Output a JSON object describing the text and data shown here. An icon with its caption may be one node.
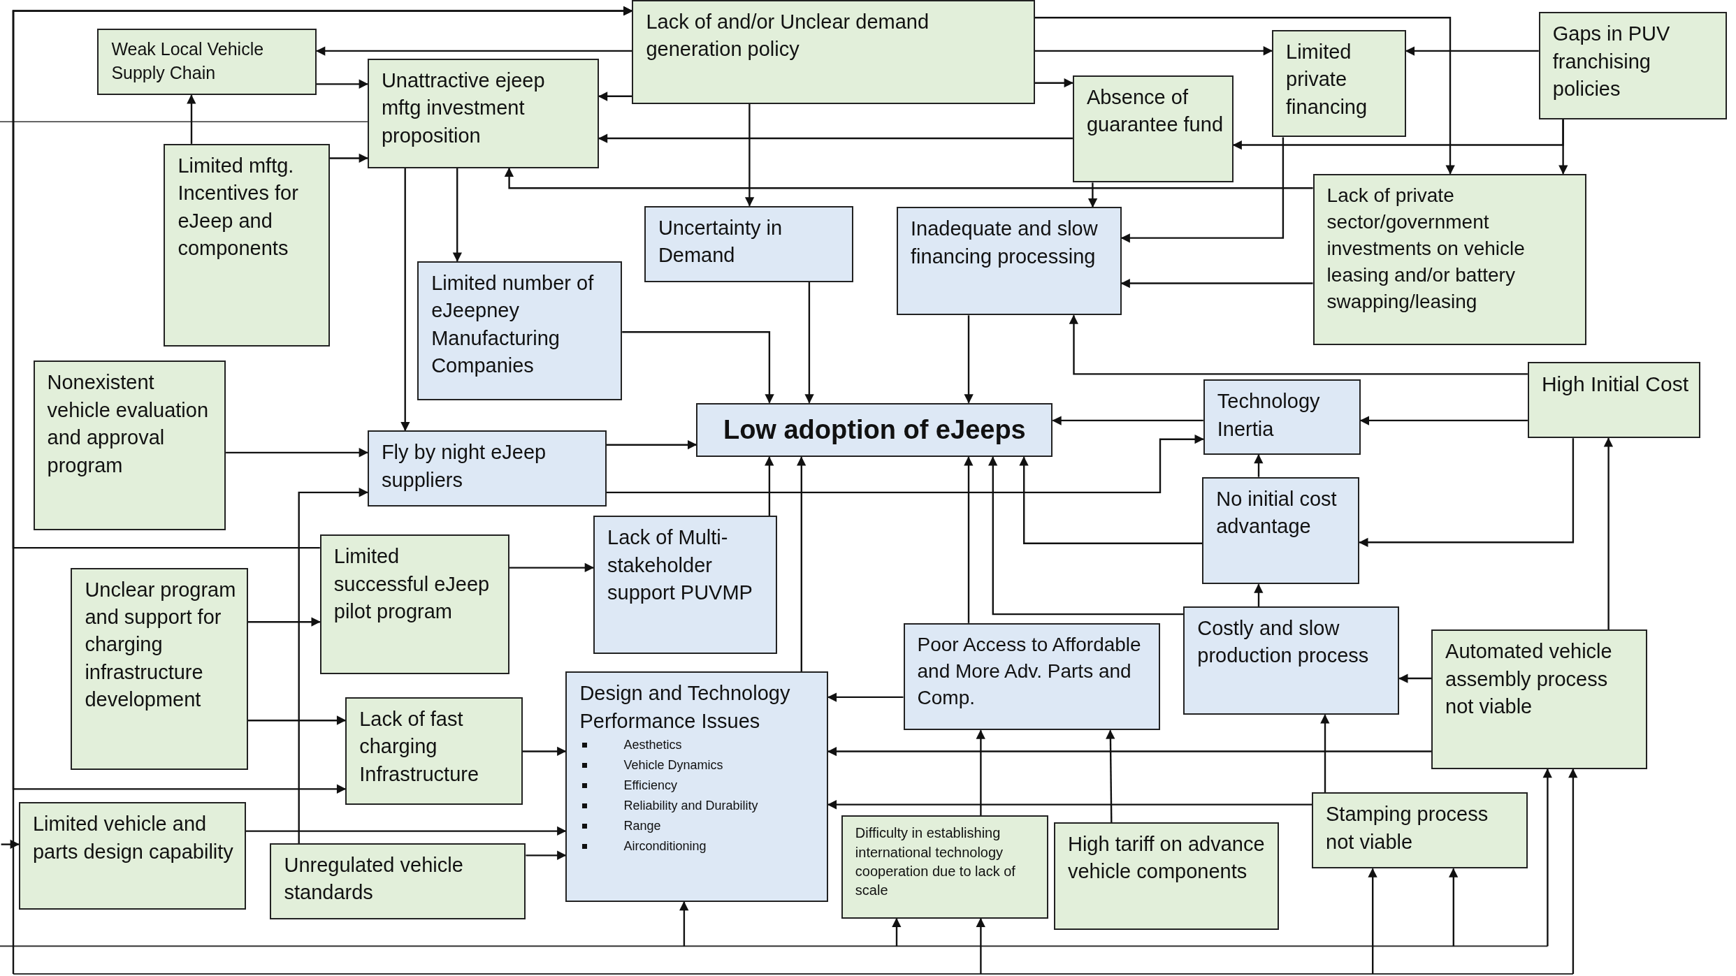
{
  "diagram": {
    "nodes": [
      {
        "text": [
          "Lack of and/or Unclear demand generation policy"
        ]
      },
      {
        "text": [
          "Weak Local Vehicle Supply Chain"
        ]
      },
      {
        "text": [
          "Unattractive ejeep mftg investment proposition"
        ]
      },
      {
        "text": [
          "Limited private financing"
        ]
      },
      {
        "text": [
          "Gaps in PUV franchising policies"
        ]
      },
      {
        "text": [
          "Absence of guarantee fund"
        ]
      },
      {
        "text": [
          "Limited mftg. Incentives for eJeep and components"
        ]
      },
      {
        "text": [
          "Uncertainty in Demand"
        ]
      },
      {
        "text": [
          "Inadequate and slow financing processing"
        ]
      },
      {
        "text": [
          "Lack of private sector/government investments on vehicle leasing and/or battery swapping/leasing"
        ]
      },
      {
        "text": [
          "Limited number of eJeepney Manufacturing Companies"
        ]
      },
      {
        "text": [
          "Nonexistent vehicle evaluation and approval program"
        ]
      },
      {
        "text": [
          "Fly by night eJeep suppliers"
        ]
      },
      {
        "text": [
          "Low adoption of eJeeps"
        ]
      },
      {
        "text": [
          "Technology Inertia"
        ]
      },
      {
        "text": [
          "High Initial Cost"
        ]
      },
      {
        "text": [
          "No initial cost advantage"
        ]
      },
      {
        "text": [
          "Limited successful eJeep pilot program"
        ]
      },
      {
        "text": [
          "Lack of Multi-stakeholder support PUVMP"
        ]
      },
      {
        "text": [
          "Unclear program and support for charging infrastructure development"
        ]
      },
      {
        "text": [
          "Design and Technology Performance Issues",
          "Aesthetics",
          "Vehicle Dynamics",
          "Efficiency",
          "Reliability and Durability",
          "Range",
          "Airconditioning"
        ]
      },
      {
        "text": [
          "Poor Access to Affordable and More Adv. Parts and Comp."
        ]
      },
      {
        "text": [
          "Costly and slow production process"
        ]
      },
      {
        "text": [
          "Automated vehicle assembly process not viable"
        ]
      },
      {
        "text": [
          "Lack of fast charging Infrastructure"
        ]
      },
      {
        "text": [
          "Limited vehicle and parts  design capability"
        ]
      },
      {
        "text": [
          "Unregulated vehicle standards"
        ]
      },
      {
        "text": [
          "Difficulty in establishing international technology cooperation due to lack of scale"
        ]
      },
      {
        "text": [
          "High tariff on advance vehicle components"
        ]
      },
      {
        "text": [
          "Stamping process not viable"
        ]
      }
    ],
    "edges": [
      {
        "from": 0,
        "to": 1,
        "arrow": "to"
      },
      {
        "from": 1,
        "to": 2,
        "arrow": "to"
      },
      {
        "from": 6,
        "to": 1,
        "arrow": "to"
      },
      {
        "from": 6,
        "to": 2,
        "arrow": "to"
      },
      {
        "from": 0,
        "to": 2,
        "arrow": "to"
      },
      {
        "from": 5,
        "to": 2,
        "arrow": "to"
      },
      {
        "from": 9,
        "to": 2,
        "arrow": "to"
      },
      {
        "from": 0,
        "to": 3,
        "arrow": "to"
      },
      {
        "from": 4,
        "to": 3,
        "arrow": "to"
      },
      {
        "from": 0,
        "to": 5,
        "arrow": "to"
      },
      {
        "from": 4,
        "to": 5,
        "arrow": "to"
      },
      {
        "from": 4,
        "to": 9,
        "arrow": "to"
      },
      {
        "from": 0,
        "to": 9,
        "arrow": "to"
      },
      {
        "from": 3,
        "to": 8,
        "arrow": "to"
      },
      {
        "from": 9,
        "to": 8,
        "arrow": "to"
      },
      {
        "from": 5,
        "to": 8,
        "arrow": "to"
      },
      {
        "from": 0,
        "to": 7,
        "arrow": "to"
      },
      {
        "from": 2,
        "to": 10,
        "arrow": "to"
      },
      {
        "from": 2,
        "to": 12,
        "arrow": "to"
      },
      {
        "from": 10,
        "to": 13,
        "arrow": "to"
      },
      {
        "from": 7,
        "to": 13,
        "arrow": "to"
      },
      {
        "from": 8,
        "to": 13,
        "arrow": "to"
      },
      {
        "from": 15,
        "to": 8,
        "arrow": "to"
      },
      {
        "from": 15,
        "to": 14,
        "arrow": "to"
      },
      {
        "from": 14,
        "to": 13,
        "arrow": "to"
      },
      {
        "from": 15,
        "to": 16,
        "arrow": "to"
      },
      {
        "from": 16,
        "to": 14,
        "arrow": "to"
      },
      {
        "from": 11,
        "to": 12,
        "arrow": "to"
      },
      {
        "from": 12,
        "to": 13,
        "arrow": "to"
      },
      {
        "from": 16,
        "to": 13,
        "arrow": "to"
      },
      {
        "from": 22,
        "to": 16,
        "arrow": "to"
      },
      {
        "from": 22,
        "to": 13,
        "arrow": "to"
      },
      {
        "from": 21,
        "to": 13,
        "arrow": "to"
      },
      {
        "from": 18,
        "to": 13,
        "arrow": "to"
      },
      {
        "from": 20,
        "to": 13,
        "arrow": "to"
      },
      {
        "from": 23,
        "to": 22,
        "arrow": "to"
      },
      {
        "from": 23,
        "to": 15,
        "arrow": "to"
      },
      {
        "from": 21,
        "to": 20,
        "arrow": "to"
      },
      {
        "from": 23,
        "to": 20,
        "arrow": "to"
      },
      {
        "from": 29,
        "to": 20,
        "arrow": "to"
      },
      {
        "from": 27,
        "to": 21,
        "arrow": "to"
      },
      {
        "from": 28,
        "to": 21,
        "arrow": "to"
      },
      {
        "from": 29,
        "to": 22,
        "arrow": "to"
      },
      {
        "from": 17,
        "to": 18,
        "arrow": "to"
      },
      {
        "from": 17,
        "to": 0,
        "arrow": "to"
      },
      {
        "from": 19,
        "to": 17,
        "arrow": "to"
      },
      {
        "from": 19,
        "to": 24,
        "arrow": "to"
      },
      {
        "from": 24,
        "to": 20,
        "arrow": "to"
      },
      {
        "from": 25,
        "to": 20,
        "arrow": "to"
      },
      {
        "from": 26,
        "to": 20,
        "arrow": "to"
      },
      {
        "from": 0,
        "to": 24,
        "arrow": "both"
      },
      {
        "from": null,
        "to": 25,
        "arrow": "to"
      },
      {
        "from": null,
        "to": 0,
        "arrow": "to"
      },
      {
        "from": 26,
        "to": 12,
        "arrow": "to"
      },
      {
        "from": 12,
        "to": 14,
        "arrow": "to"
      },
      {
        "from": null,
        "to": 20,
        "arrow": "to"
      },
      {
        "from": null,
        "to": 27,
        "arrow": "to"
      },
      {
        "from": null,
        "to": 27,
        "arrow": "to"
      },
      {
        "from": null,
        "to": 29,
        "arrow": "to"
      },
      {
        "from": null,
        "to": 29,
        "arrow": "to"
      },
      {
        "from": null,
        "to": 23,
        "arrow": "to"
      },
      {
        "from": null,
        "to": 23,
        "arrow": "to"
      }
    ]
  }
}
